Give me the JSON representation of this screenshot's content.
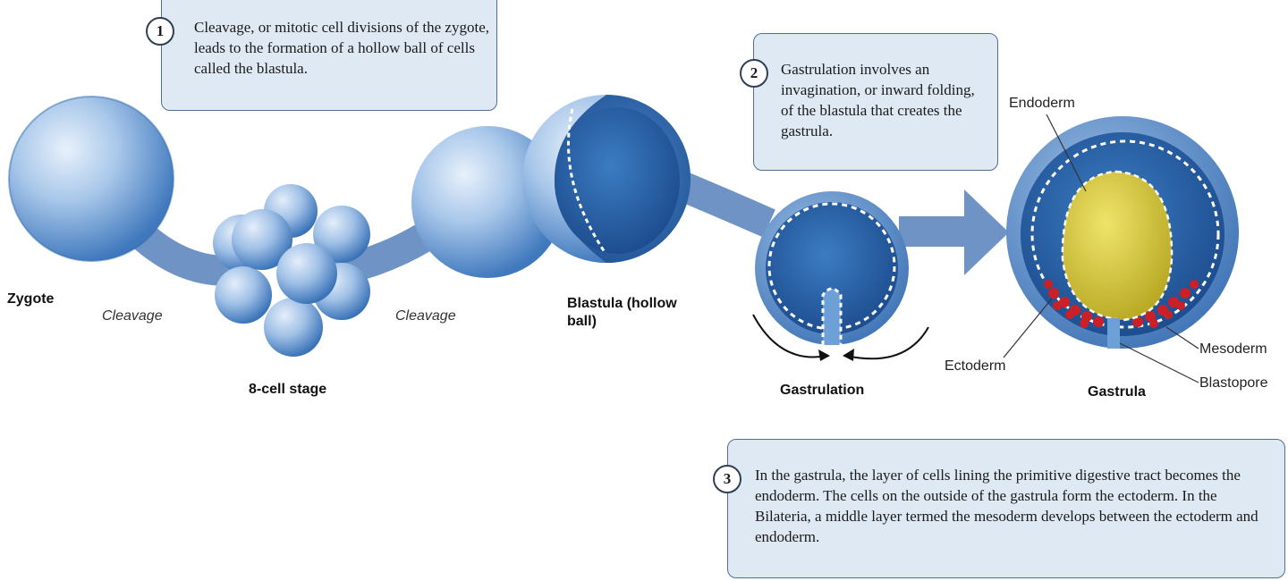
{
  "callouts": {
    "step1": {
      "number": "1",
      "text": "Cleavage, or mitotic cell divisions of the zygote, leads to the formation of a hollow ball of cells called the blastula."
    },
    "step2": {
      "number": "2",
      "text": "Gastrulation involves an invagination, or inward folding, of the blastula that creates the gastrula."
    },
    "step3": {
      "number": "3",
      "text": "In the gastrula, the layer of cells lining the primitive digestive tract becomes the endoderm. The cells on the outside of the gastrula form the ectoderm. In the Bilateria, a middle layer termed the mesoderm develops between the ectoderm and endoderm."
    }
  },
  "stages": {
    "zygote": "Zygote",
    "eight_cell": "8-cell stage",
    "blastula": "Blastula (hollow ball)",
    "gastrulation": "Gastrulation",
    "gastrula": "Gastrula"
  },
  "transitions": {
    "cleavage1": "Cleavage",
    "cleavage2": "Cleavage"
  },
  "layers": {
    "endoderm": "Endoderm",
    "ectoderm": "Ectoderm",
    "mesoderm": "Mesoderm",
    "blastopore": "Blastopore"
  },
  "colors": {
    "arrow": "#6f93c4",
    "cell_light": "#b9d2ee",
    "cell_dark": "#2d68ad",
    "endoderm": "#d8cc3a",
    "mesoderm": "#cc2027",
    "callout_fill": "#dfe9f4",
    "callout_border": "#4f6f95"
  }
}
